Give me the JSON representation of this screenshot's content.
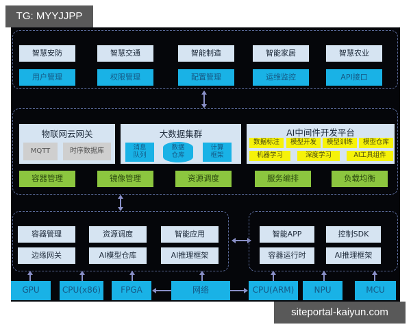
{
  "overlay": {
    "top_tag": "TG: MYYJJPP",
    "bottom_tag": "siteportal-kaiyun.com"
  },
  "colors": {
    "background": "#05060a",
    "light_box": "#d6e4f2",
    "cyan_box": "#19b2e6",
    "green_box": "#8cc63f",
    "yellow_box": "#f6f20a",
    "gray_box": "#cfcfcf",
    "dashed_border": "#5a6a9a",
    "arrow": "#8a90c8"
  },
  "application_layer": {
    "scenarios": [
      "智慧安防",
      "智慧交通",
      "智能制造",
      "智能家居",
      "智慧农业"
    ],
    "services": [
      "用户管理",
      "权限管理",
      "配置管理",
      "运维监控",
      "API接口"
    ]
  },
  "platform_layer": {
    "iot_gateway": {
      "title": "物联网云网关",
      "items": [
        "MQTT",
        "时序数据库"
      ]
    },
    "big_data": {
      "title": "大数据集群",
      "items": [
        "消息\n队列",
        "数据\n仓库",
        "计算\n框架"
      ]
    },
    "ai_platform": {
      "title": "AI中间件开发平台",
      "row1": [
        "数据标注",
        "模型开发",
        "模型训练",
        "模型仓库"
      ],
      "row2": [
        "机器学习",
        "深度学习",
        "AI工具组件"
      ]
    },
    "bottom_bar": [
      "容器管理",
      "镜像管理",
      "资源调度",
      "服务编排",
      "负载均衡"
    ]
  },
  "edge_layer": {
    "left": [
      "容器管理",
      "资源调度",
      "智能应用",
      "边缘网关",
      "AI模型仓库",
      "AI推理框架"
    ],
    "right": [
      "智能APP",
      "控制SDK",
      "容器运行时",
      "AI推理框架"
    ]
  },
  "hardware_layer": [
    "GPU",
    "CPU(x86)",
    "FPGA",
    "网络",
    "CPU(ARM)",
    "NPU",
    "MCU"
  ]
}
